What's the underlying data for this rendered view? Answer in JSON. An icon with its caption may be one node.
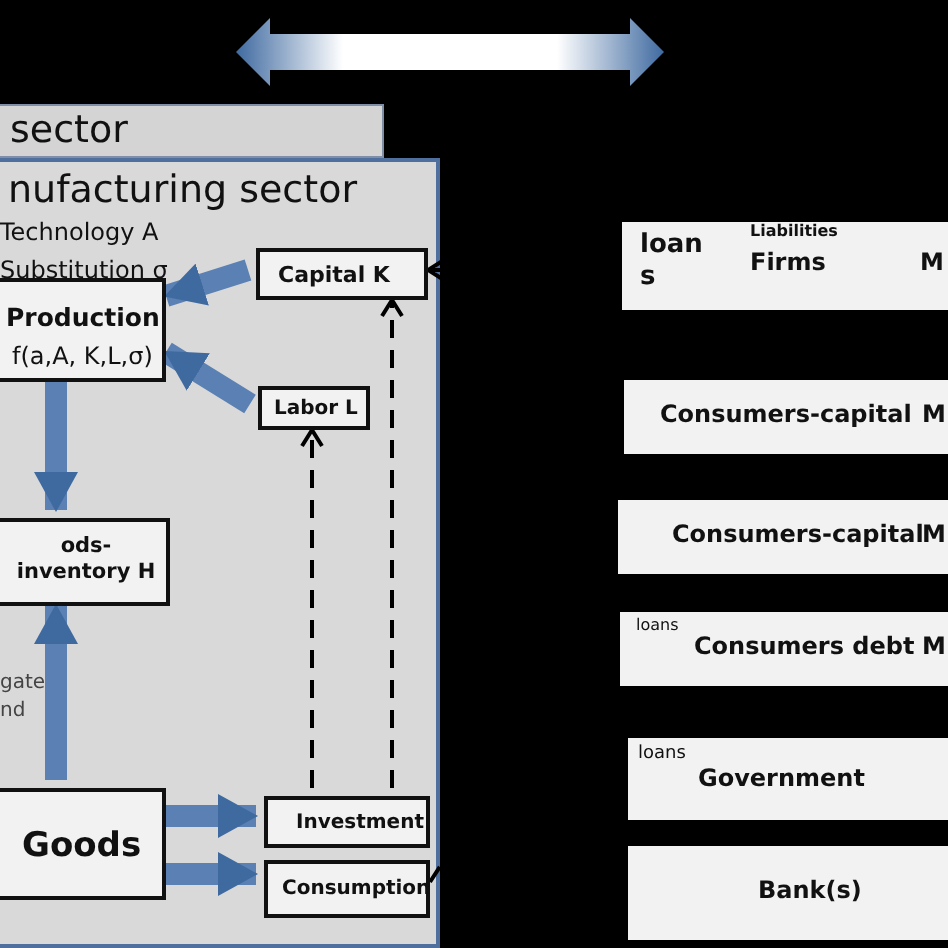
{
  "diagram": {
    "nodes": [
      {
        "text": [
          "sector"
        ]
      },
      {
        "text": [
          "nufacturing sector",
          "Technology A",
          "Substitution σ"
        ]
      },
      {
        "text": [
          "Production",
          "f(a,A, K,L,σ)"
        ],
        "in": 1
      },
      {
        "text": [
          "Capital  K"
        ],
        "in": 1
      },
      {
        "text": [
          "Labor  L"
        ],
        "in": 1
      },
      {
        "text": [
          "ods-inventory H"
        ],
        "in": 1
      },
      {
        "text": [
          "Goods"
        ],
        "in": 1
      },
      {
        "text": [
          "Investment"
        ],
        "in": 1
      },
      {
        "text": [
          "Consumption"
        ],
        "in": 1
      },
      {
        "text": [
          "Liabilities",
          "loan s",
          "Firms",
          "M"
        ]
      },
      {
        "text": [
          "Consumers-capital",
          "M"
        ]
      },
      {
        "text": [
          "Consumers-capital",
          "M"
        ]
      },
      {
        "text": [
          "loans",
          "Consumers debt",
          "M"
        ]
      },
      {
        "text": [
          "loans",
          "Government"
        ]
      },
      {
        "text": [
          "Bank(s)"
        ]
      }
    ],
    "edges": [
      {
        "from": 3,
        "to": 2,
        "arrow": "to"
      },
      {
        "from": 4,
        "to": 2,
        "arrow": "to"
      },
      {
        "from": 2,
        "to": 5,
        "arrow": "to"
      },
      {
        "from": 6,
        "to": 5,
        "arrow": "to",
        "label": "gate nd"
      },
      {
        "from": 6,
        "to": 7,
        "arrow": "to"
      },
      {
        "from": 6,
        "to": 8,
        "arrow": "to"
      },
      {
        "from": 7,
        "to": 4,
        "arrow": "to",
        "style": "dashed",
        "color": "#000000"
      },
      {
        "from": 7,
        "to": 3,
        "arrow": "to",
        "style": "dashed",
        "color": "#000000"
      },
      {
        "from": null,
        "to": 3,
        "arrow": "to",
        "color": "#000000"
      },
      {
        "from": 8,
        "to": null,
        "arrow": "none",
        "style": "dashed",
        "color": "#000000"
      }
    ]
  }
}
